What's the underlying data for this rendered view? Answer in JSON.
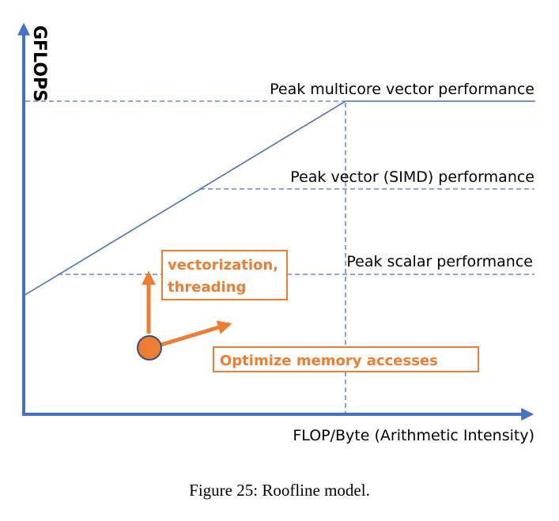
{
  "axes": {
    "y_label": "GFLOPS",
    "x_label": "FLOP/Byte (Arithmetic Intensity)"
  },
  "ceilings": {
    "multicore_vector": "Peak multicore vector performance",
    "vector_simd": "Peak vector (SIMD) performance",
    "scalar": "Peak scalar performance"
  },
  "annotations": {
    "vectorization_line1": "vectorization,",
    "vectorization_line2": "threading",
    "memory": "Optimize memory accesses"
  },
  "caption": "Figure 25: Roofline model.",
  "colors": {
    "axis": "#4472C4",
    "roofline": "#4472C4",
    "annotation": "#ED7D31",
    "text": "#000000"
  }
}
